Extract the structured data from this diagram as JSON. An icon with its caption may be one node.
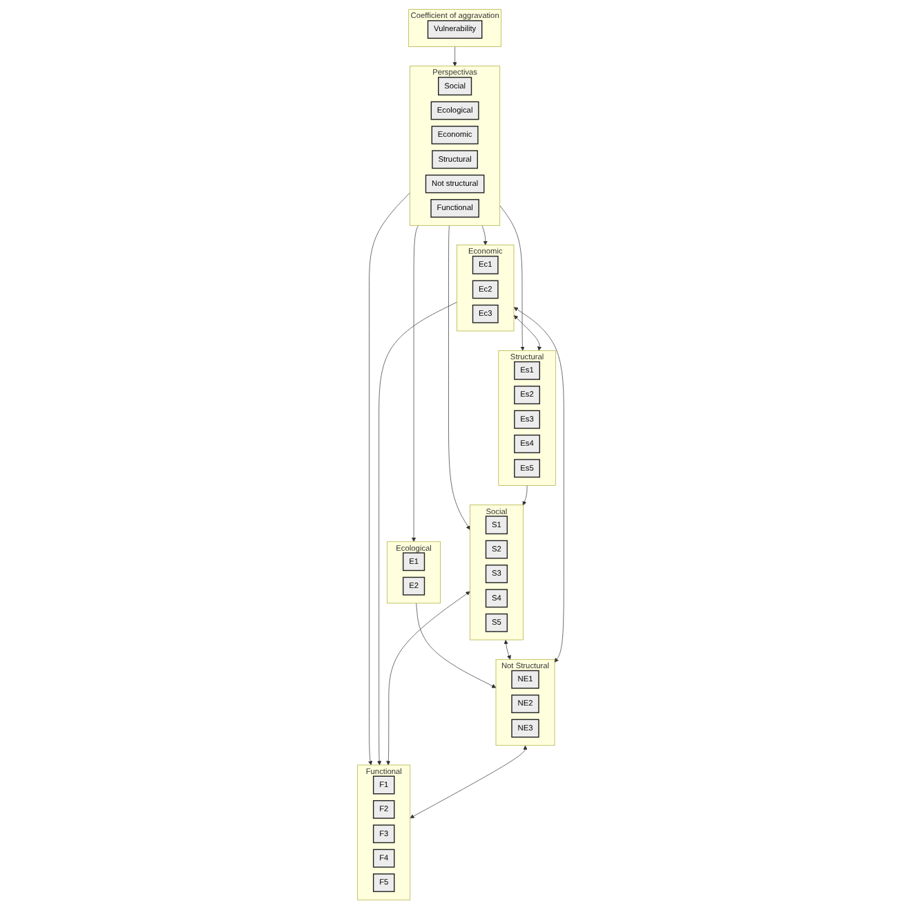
{
  "diagram": {
    "nodes": [
      {
        "text": [
          "Coefficient of aggravation"
        ]
      },
      {
        "text": [
          "Vulnerability"
        ],
        "in": 0
      },
      {
        "text": [
          "Perspectivas"
        ]
      },
      {
        "text": [
          "Social"
        ],
        "in": 2
      },
      {
        "text": [
          "Ecological"
        ],
        "in": 2
      },
      {
        "text": [
          "Economic"
        ],
        "in": 2
      },
      {
        "text": [
          "Structural"
        ],
        "in": 2
      },
      {
        "text": [
          "Not structural"
        ],
        "in": 2
      },
      {
        "text": [
          "Functional"
        ],
        "in": 2
      },
      {
        "text": [
          "Social"
        ]
      },
      {
        "text": [
          "S1"
        ],
        "in": 9
      },
      {
        "text": [
          "S2"
        ],
        "in": 9
      },
      {
        "text": [
          "S3"
        ],
        "in": 9
      },
      {
        "text": [
          "S4"
        ],
        "in": 9
      },
      {
        "text": [
          "S5"
        ],
        "in": 9
      },
      {
        "text": [
          "Ecological"
        ]
      },
      {
        "text": [
          "E1"
        ],
        "in": 15
      },
      {
        "text": [
          "E2"
        ],
        "in": 15
      },
      {
        "text": [
          "Economic"
        ]
      },
      {
        "text": [
          "Ec1"
        ],
        "in": 18
      },
      {
        "text": [
          "Ec2"
        ],
        "in": 18
      },
      {
        "text": [
          "Ec3"
        ],
        "in": 18
      },
      {
        "text": [
          "Structural"
        ]
      },
      {
        "text": [
          "Es1"
        ],
        "in": 22
      },
      {
        "text": [
          "Es2"
        ],
        "in": 22
      },
      {
        "text": [
          "Es3"
        ],
        "in": 22
      },
      {
        "text": [
          "Es4"
        ],
        "in": 22
      },
      {
        "text": [
          "Es5"
        ],
        "in": 22
      },
      {
        "text": [
          "Not Structural"
        ]
      },
      {
        "text": [
          "NE1"
        ],
        "in": 28
      },
      {
        "text": [
          "NE2"
        ],
        "in": 28
      },
      {
        "text": [
          "NE3"
        ],
        "in": 28
      },
      {
        "text": [
          "Functional"
        ]
      },
      {
        "text": [
          "F1"
        ],
        "in": 32
      },
      {
        "text": [
          "F2"
        ],
        "in": 32
      },
      {
        "text": [
          "F3"
        ],
        "in": 32
      },
      {
        "text": [
          "F4"
        ],
        "in": 32
      },
      {
        "text": [
          "F5"
        ],
        "in": 32
      }
    ],
    "edges": [
      {
        "from": 0,
        "to": 2,
        "arrow": "to"
      },
      {
        "from": 2,
        "to": 9,
        "arrow": "to"
      },
      {
        "from": 2,
        "to": 15,
        "arrow": "to"
      },
      {
        "from": 2,
        "to": 18,
        "arrow": "to"
      },
      {
        "from": 2,
        "to": 22,
        "arrow": "to"
      },
      {
        "from": 2,
        "to": 32,
        "arrow": "to"
      },
      {
        "from": 15,
        "to": 28,
        "arrow": "to"
      },
      {
        "from": 22,
        "to": 9,
        "arrow": "to"
      },
      {
        "from": 18,
        "to": 32,
        "arrow": "to"
      },
      {
        "from": 9,
        "to": 28,
        "arrow": "both"
      },
      {
        "from": 18,
        "to": 28,
        "arrow": "both"
      },
      {
        "from": 9,
        "to": 32,
        "arrow": "both"
      },
      {
        "from": 18,
        "to": 22,
        "arrow": "both"
      },
      {
        "from": 28,
        "to": 32,
        "arrow": "both"
      }
    ]
  }
}
